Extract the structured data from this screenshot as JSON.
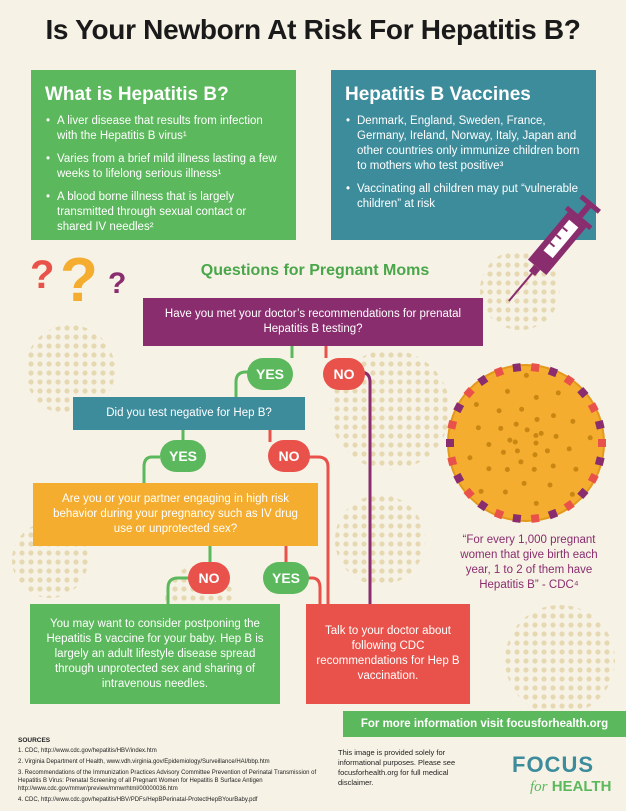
{
  "title": "Is Your Newborn At Risk For Hepatitis B?",
  "what_is": {
    "heading": "What is Hepatitis B?",
    "bullets": [
      "A liver disease that results from infection with the Hepatitis B virus¹",
      "Varies from a brief mild illness lasting a few weeks to lifelong serious illness¹",
      "A blood borne illness that is largely transmitted through sexual contact or shared IV needles²"
    ]
  },
  "vaccines": {
    "heading": "Hepatitis B Vaccines",
    "bullets": [
      "Denmark, England, Sweden, France, Germany, Ireland, Norway, Italy, Japan and other countries only immunize children born to mothers who test positive³",
      "Vaccinating all children may put “vulnerable children” at risk"
    ]
  },
  "questions_title": "Questions for Pregnant Moms",
  "flow": {
    "q1": "Have you met your doctor’s recommendations for prenatal Hepatitis B testing?",
    "q2": "Did you test negative for Hep B?",
    "q3": "Are you or your partner engaging in high risk behavior during your pregnancy such as IV drug use or unprotected sex?",
    "result_green": "You may want to consider postponing the Hepatitis B vaccine for your baby. Hep B is largely an adult lifestyle disease spread through unprotected sex and sharing of intravenous needles.",
    "result_red": "Talk to your doctor about following CDC recommendations for Hep B vaccination.",
    "yes": "YES",
    "no": "NO"
  },
  "quote": "“For every 1,000 pregnant women that give birth each year, 1 to 2 of them have Hepatitis B” - CDC⁴",
  "more_info": "For more information visit focusforhealth.org",
  "sources": {
    "heading": "SOURCES",
    "items": [
      "1. CDC, http://www.cdc.gov/hepatitis/HBV/index.htm",
      "2. Virginia Department of Health, www.vdh.virginia.gov/Epidemiology/Surveillance/HAI/bbp.htm",
      "3. Recommendations of the Immunization Practices Advisory Committee Prevention of Perinatal Transmission of Hepatitis B Virus: Prenatal Screening of all Pregnant Women for Hepatitis B Surface Antigen http://www.cdc.gov/mmwr/preview/mmwrhtml/00000036.htm",
      "4. CDC, http://www.cdc.gov/hepatitis/HBV/PDFs/HepBPerinatal-ProtectHepBYourBaby.pdf"
    ]
  },
  "disclaimer": "This image is provided solely for informational purposes. Please see focusforhealth.org for full medical disclaimer.",
  "logo": {
    "line1": "FOCUS",
    "line2_a": "for",
    "line2_b": "HEALTH"
  },
  "icons": [
    "question-marks-icon",
    "syringe-icon",
    "virus-icon"
  ],
  "colors": {
    "green": "#5cb85c",
    "teal": "#3d8c9c",
    "purple": "#8a2d6e",
    "orange": "#f4ad2e",
    "red": "#e9524a",
    "background": "#f6f2e6"
  }
}
